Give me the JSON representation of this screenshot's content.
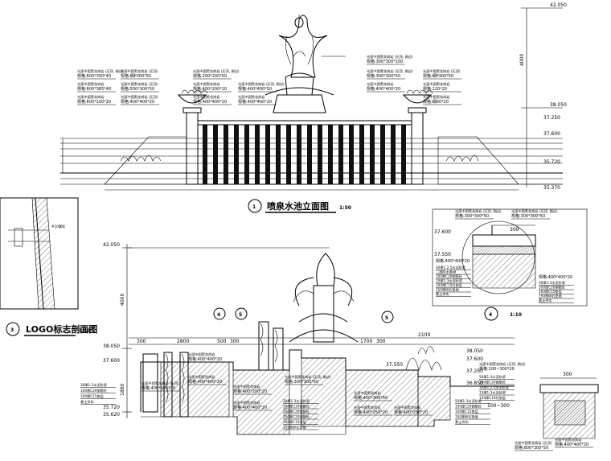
{
  "elevation": {
    "title": "喷泉水池立面图",
    "number": "1",
    "scale": "1:50",
    "levels": [
      "42.050",
      "38.050",
      "37.250",
      "37.600",
      "35.720",
      "35.370"
    ],
    "dim_height": "4000",
    "labels": [
      {
        "h": "光面中国黑花岗岩 (压顶, 倒边)",
        "v": "600*350*40"
      },
      {
        "h": "光面中国黑花岗岩",
        "v": "600*385*40"
      },
      {
        "h": "光面中国黑花岗岩",
        "v": "600*100*20"
      },
      {
        "h": "光面中国黑花岗岩 (压顶)",
        "v": "细P300*50"
      },
      {
        "h": "光面中国黑花岗岩 (压顶)",
        "v": "500*300*50"
      },
      {
        "h": "光面中国黑花岗岩 (压顶)",
        "v": "400*400*20"
      },
      {
        "h": "光面中国黑花岗岩 (压顶, 倒边)",
        "v": "200*200*50"
      },
      {
        "h": "光面中国黑花岗岩",
        "v": "400*200*20"
      },
      {
        "h": "光面中国黑花岗岩",
        "v": "400*400*20"
      },
      {
        "h": "光面中国黑花岗岩 (压顶, 倒边)",
        "v": "400*400*50"
      },
      {
        "h": "光面中国黑花岗岩",
        "v": "400*400*20"
      },
      {
        "h": "光面中国黑花岗岩 (压顶, 倒边)",
        "v": "300*300*100"
      },
      {
        "h": "光面中国黑花岗岩 (压顶, 倒边)",
        "v": "300*300*50"
      },
      {
        "h": "光面中国黑花岗岩",
        "v": "400*400*20"
      },
      {
        "h": "光面中国黑花岗岩 (压顶)",
        "v": "细P300*50"
      },
      {
        "h": "光面中国黑花岗岩",
        "v": "120*20"
      },
      {
        "h": "光面中国黑花岗岩",
        "v": "细80*20"
      }
    ]
  },
  "logo_section": {
    "title": "LOGO标志剖面图",
    "number": "3",
    "scale": "1:10",
    "note": "#10螺栓"
  },
  "detail4": {
    "number": "4",
    "scale": "1:10",
    "levels": [
      "37.600",
      "37.550"
    ],
    "dims": [
      "300"
    ],
    "top_labels": [
      {
        "h": "光面中国黑花岗岩 (压顶, 倒边)",
        "v": "300*300*50"
      },
      {
        "h": "光面中国黑花岗岩 (压顶, 倒边)",
        "v": "300*300*50"
      }
    ],
    "left_layers": [
      "400*400*20",
      "30厚1:2.5水泥砂浆",
      "二层防水卷材",
      "100厚C20钢筋砼",
      "15厚1:3水泥砂浆",
      "100厚C15砼垫层",
      "150厚碎石垫层",
      "素土夯实"
    ],
    "right_layers": [
      "400*400*20",
      "30厚1:3水泥砂浆",
      "100厚C20钢筋砼",
      "100厚C15垫层",
      "150厚碎石垫层",
      "素土夯实"
    ]
  },
  "section": {
    "levels": [
      "42.050",
      "38.050",
      "37.600",
      "37.550",
      "37.250",
      "36.850",
      "35.720",
      "35.620"
    ],
    "dims": [
      "300",
      "2800",
      "500",
      "300",
      "1700",
      "300",
      "2100",
      "4000",
      "1880"
    ],
    "circles": [
      "4",
      "5",
      "5"
    ],
    "left_layers": [
      "30厚1:3水泥砂浆",
      "100厚C20钢筋砼",
      "100厚C15垫层",
      "素土夯实"
    ],
    "labels": [
      {
        "h": "光面中国黑花岗岩",
        "v": "400*400*20"
      },
      {
        "h": "光面中国黑花岗岩 (压顶)",
        "v": "400*400*20"
      },
      {
        "h": "光面中国黑花岗岩",
        "v": "400*400*20"
      },
      {
        "h": "光面中国黑花岗岩 (压顶, 倒边)",
        "v": "300*300*50"
      },
      {
        "h": "光面中国黑花岗岩",
        "v": "400*200*20"
      },
      {
        "h": "光面中国黑花岗岩",
        "v": "400*400*20"
      },
      {
        "h": "光面中国黑花岗岩",
        "v": "400*300*50"
      },
      {
        "h": "光面中国黑花岗岩",
        "v": "400*250*20"
      },
      {
        "h": "光面中国黑花岗岩",
        "v": "400*250*20"
      },
      {
        "h": "光面中国黑花岗岩 (压顶)",
        "v": "800*300*50"
      }
    ],
    "mid_layers": [
      "30厚1:3水泥砂浆",
      "100厚C20钢筋砼",
      "200厚C20钢筋砼",
      "250厚C20钢筋砼",
      "100厚C15垫层",
      "150厚碎石垫层"
    ],
    "right_layers": [
      "50厚1:3水泥砂浆",
      "100厚C20钢筋砼",
      "100厚C15垫层",
      "150厚碎石垫层",
      "素土夯实"
    ]
  },
  "detail5": {
    "dims": [
      "300",
      "100~300"
    ],
    "top_label": "光面中国黑花岗岩 (压顶, 倒边)",
    "layers": [
      "100~300*20",
      "50厚1:3水泥砂浆",
      "100厚C20钢筋砼",
      "10厚1:2.5水泥砂浆",
      "15厚1:3水泥砂浆",
      "150厚C15砼垫层"
    ],
    "bottom_labels": [
      {
        "h": "光面中国黑花岗岩",
        "v": "400*400*20"
      },
      {
        "h": "光面中国黑花岗岩 (压顶)",
        "v": "800*300*50"
      }
    ]
  }
}
